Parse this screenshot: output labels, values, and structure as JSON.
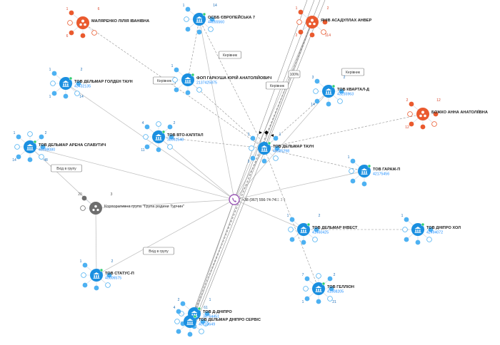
{
  "colors": {
    "company": "#1a8fe0",
    "company_light": "#4db1f2",
    "person": "#ea5a2e",
    "group": "#6e6e6e",
    "phone": "#9b59b6",
    "edge": "#c2c2c2",
    "edge_dark": "#8f8f8f"
  },
  "phone": {
    "number": "+38 (067) 556-74-74",
    "suffix": "11 3 4"
  },
  "nodes": [
    {
      "id": "malyarenko",
      "type": "person",
      "name": "МАЛЯРЕНКО ЛІЛІЯ ІВАНІВНА",
      "code": "",
      "counts": [
        "1",
        "6",
        "6"
      ]
    },
    {
      "id": "osbb",
      "type": "company",
      "name": "ОСББ ЄВРОПЕЙСЬКА 7",
      "code": "44055560",
      "counts": [
        "1",
        "14"
      ]
    },
    {
      "id": "yaniv",
      "type": "person",
      "name": "ЯНІВ АСАДУЛЛАХ АНВЕР",
      "code": "",
      "counts": [
        "1",
        "2",
        "2",
        "114"
      ]
    },
    {
      "id": "golden",
      "type": "company",
      "name": "ТОВ ДЕЛЬМАР ГОЛДЕН ТАУН",
      "code": "43432135",
      "counts": [
        "1",
        "2",
        "1",
        "14"
      ]
    },
    {
      "id": "garkusha",
      "type": "company",
      "name": "ФОП ГАРКУША ЮРІЙ АНАТОЛІЙОВИЧ",
      "code": "2137425875",
      "counts": [
        "1"
      ]
    },
    {
      "id": "kvartal",
      "type": "company",
      "name": "ТОВ КВАРТАЛ-Д",
      "code": "43255963",
      "counts": [
        "3",
        "2",
        "14"
      ]
    },
    {
      "id": "bozhko",
      "type": "person",
      "name": "БОЖКО АННА АНАТОЛІЇВНА",
      "code": "",
      "counts": [
        "2",
        "12",
        "12"
      ]
    },
    {
      "id": "arena",
      "type": "company",
      "name": "ТОВ ДЕЛЬМАР АРЕНА СЛАВУТИЧ",
      "code": "45998080",
      "counts": [
        "1",
        "2",
        "14",
        "48"
      ]
    },
    {
      "id": "vto",
      "type": "company",
      "name": "ТОВ ВТО-КАПІТАЛ",
      "code": "38961548",
      "counts": [
        "4",
        "2",
        "11"
      ]
    },
    {
      "id": "town",
      "type": "company",
      "name": "ТОВ ДЕЛЬМАР ТАУН",
      "code": "40585298",
      "counts": [
        "3",
        "1",
        "3"
      ]
    },
    {
      "id": "garage",
      "type": "company",
      "name": "ТОВ ГАРАЖ-П",
      "code": "42175456",
      "counts": [
        "1"
      ]
    },
    {
      "id": "group",
      "type": "group",
      "name": "Корпоративна група \"Група родини Турчин\"",
      "code": "",
      "counts": [
        "20",
        "3"
      ]
    },
    {
      "id": "invest",
      "type": "company",
      "name": "ТОВ ДЕЛЬМАР ІНВЕСТ",
      "code": "41460425",
      "counts": [
        "1",
        "2"
      ]
    },
    {
      "id": "dnipro_hol",
      "type": "company",
      "name": "ТОВ ДНІПРО ХОЛ",
      "code": "42494072",
      "counts": [
        "1"
      ]
    },
    {
      "id": "status",
      "type": "company",
      "name": "ТОВ СТАТУС-П",
      "code": "40006575",
      "counts": [
        "1",
        "2"
      ]
    },
    {
      "id": "gellion",
      "type": "company",
      "name": "ТОВ ГЕЛЛІОН",
      "code": "41908205",
      "counts": [
        "7",
        "2",
        "1",
        "21"
      ]
    },
    {
      "id": "d_dnipro",
      "type": "company",
      "name": "ТОВ Д-ДНІПРО",
      "code": "34764451",
      "counts": [
        "2",
        "1"
      ]
    },
    {
      "id": "servis",
      "type": "company",
      "name": "ТОВ ДЕЛЬМАР ДНІПРО СЕРВІС",
      "code": "40733649",
      "counts": [
        "4",
        "61"
      ]
    }
  ],
  "edge_labels": [
    "Керівник",
    "Керівник",
    "Керівник",
    "Керівник",
    "Вхід в групу",
    "Вхід в групу"
  ],
  "percent_label": "100%"
}
